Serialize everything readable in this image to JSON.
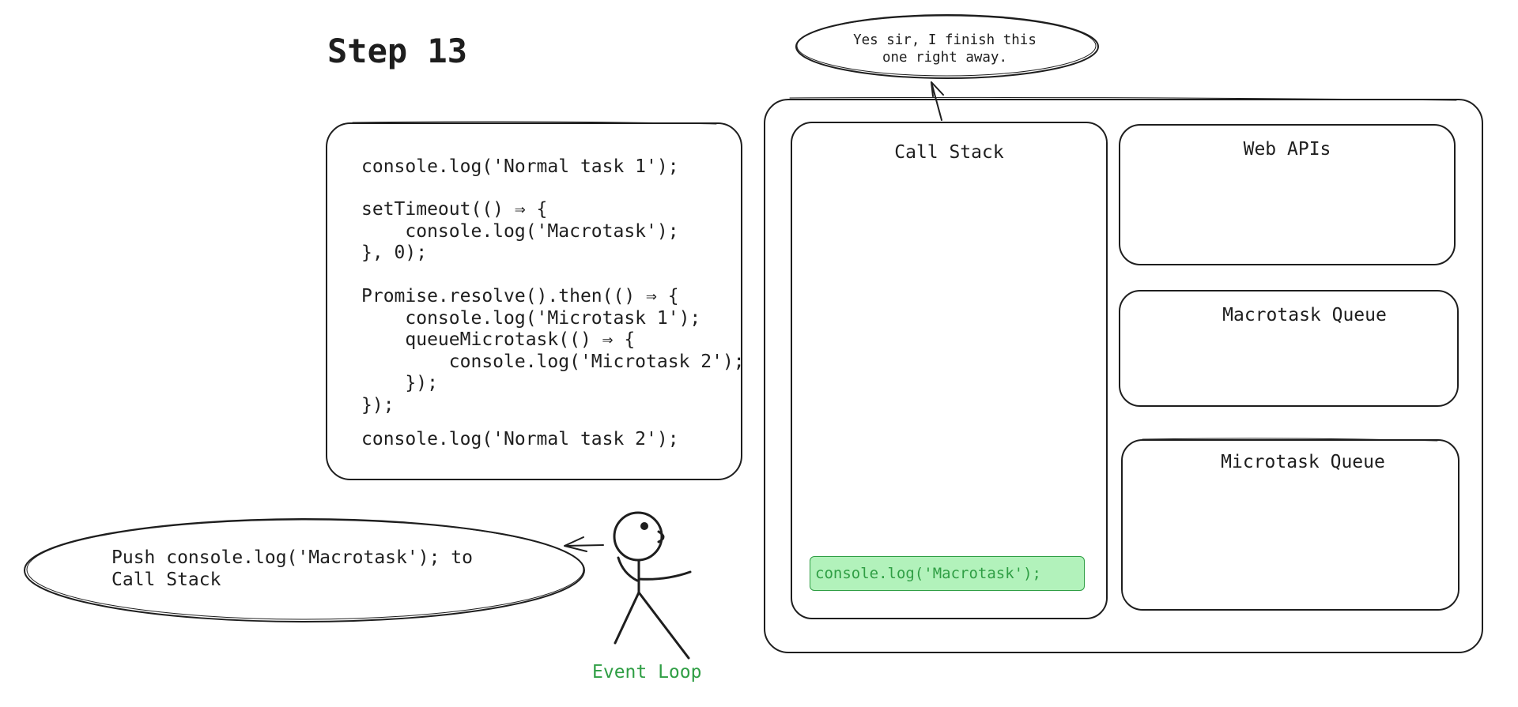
{
  "step_title": "Step 13",
  "code": {
    "line1": "console.log('Normal task 1');",
    "block2": "setTimeout(() ⇒ {\n    console.log('Macrotask');\n}, 0);",
    "block3": "Promise.resolve().then(() ⇒ {\n    console.log('Microtask 1');\n    queueMicrotask(() ⇒ {\n        console.log('Microtask 2');\n    });\n});",
    "line4": "console.log('Normal task 2');"
  },
  "panels": {
    "call_stack": "Call Stack",
    "web_apis": "Web APIs",
    "macrotask_queue": "Macrotask Queue",
    "microtask_queue": "Microtask Queue"
  },
  "call_stack_items": [
    "console.log('Macrotask');"
  ],
  "call_stack_bubble": "Yes sir, I finish this\none right away.",
  "event_loop_bubble": "Push console.log('Macrotask'); to\nCall Stack",
  "event_loop_label": "Event Loop",
  "colors": {
    "stroke": "#1e1e1e",
    "highlight_fill": "#b2f2bb",
    "highlight_stroke": "#2f9e44",
    "event_loop_text": "#2f9e44"
  }
}
